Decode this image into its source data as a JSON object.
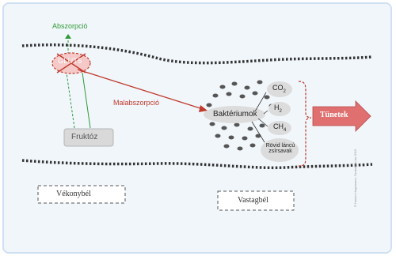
{
  "labels": {
    "absorption": "Abszorpció",
    "glut": "GLUT5",
    "fructose": "Fruktóz",
    "malabsorption": "Malabszorpció",
    "bacteria": "Baktériumok",
    "co2": "CO",
    "co2_sub": "2",
    "h2": "H",
    "h2_sub": "2",
    "ch4": "CH",
    "ch4_sub": "4",
    "scfa_line1": "Rövid láncú",
    "scfa_line2": "zsírsavak",
    "symptoms": "Tünetek",
    "small_intestine": "Vékonybél",
    "large_intestine": "Vastagbél",
    "copyright": "© Hunter Hegemann, Szobaklub.hu 2019"
  },
  "colors": {
    "green": "#2f9a36",
    "red": "#c0392b",
    "arrow_fill": "#e07070",
    "bubble": "#dcdcdc"
  }
}
